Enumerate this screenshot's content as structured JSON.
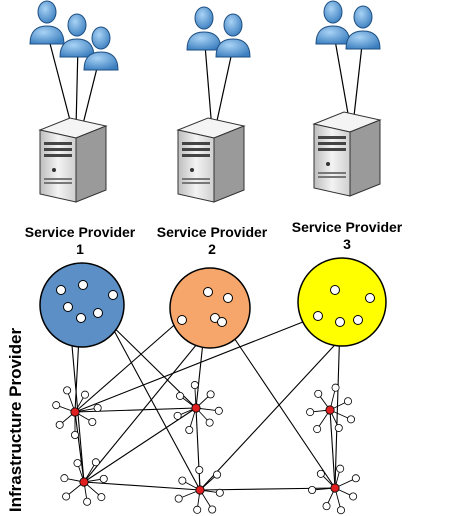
{
  "service_providers": [
    {
      "name": "Service Provider",
      "number": "1",
      "users": 3,
      "color": "#5b8fc6"
    },
    {
      "name": "Service Provider",
      "number": "2",
      "users": 2,
      "color": "#f7a66b"
    },
    {
      "name": "Service Provider",
      "number": "3",
      "users": 2,
      "color": "#ffff00"
    }
  ],
  "infrastructure_label": "Infrastructure Provider",
  "colors": {
    "user_body": "#4a8fd0",
    "user_outline": "#1e4f82",
    "server_body": "#e6e6e6",
    "server_outline": "#333333",
    "physical_node": "#e02020",
    "virtual_node": "#ffffff",
    "link": "#000000"
  }
}
